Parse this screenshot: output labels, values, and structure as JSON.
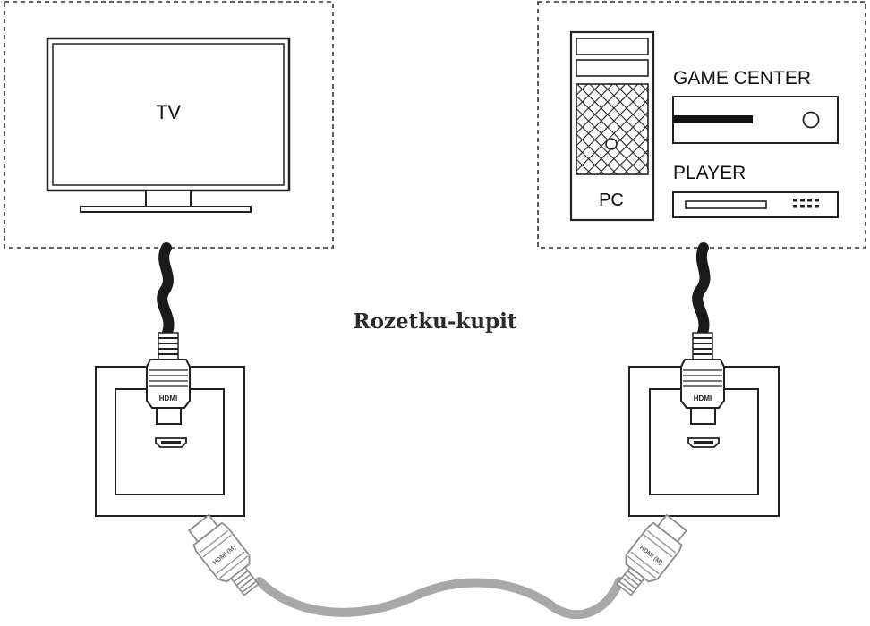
{
  "devices_left": {
    "tv_label": "TV"
  },
  "devices_right": {
    "pc_label": "PC",
    "game_center_label": "GAME CENTER",
    "player_label": "PLAYER"
  },
  "watermark": "Rozetku-kupit",
  "connectors": {
    "plug_label": "HDMI",
    "plug_label_male": "HDMI (M)"
  },
  "colors": {
    "line": "#222222",
    "cable_black": "#1a1a1a",
    "cable_gray": "#a8a8a8",
    "frame": "#333333"
  }
}
